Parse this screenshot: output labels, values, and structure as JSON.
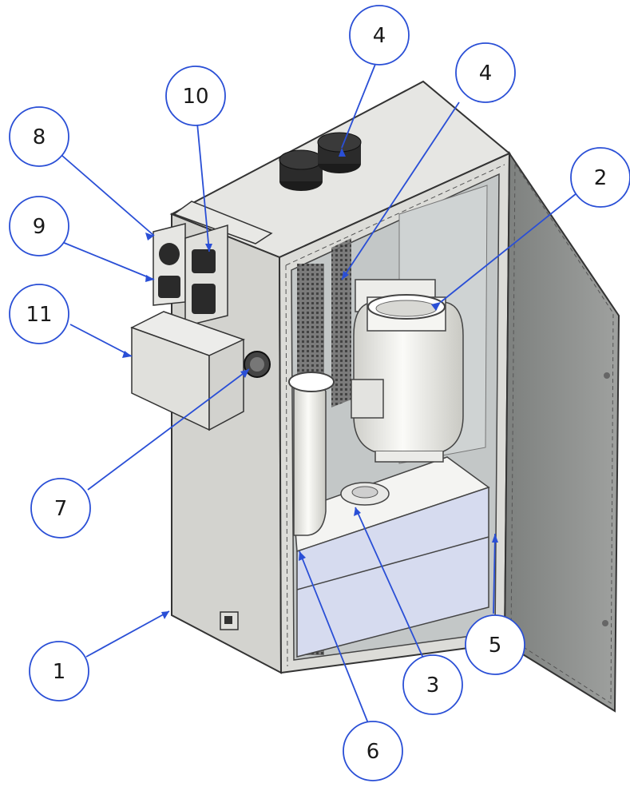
{
  "callouts": [
    {
      "id": "c1",
      "label": "1"
    },
    {
      "id": "c2",
      "label": "2"
    },
    {
      "id": "c3",
      "label": "3"
    },
    {
      "id": "c4a",
      "label": "4"
    },
    {
      "id": "c4b",
      "label": "4"
    },
    {
      "id": "c5",
      "label": "5"
    },
    {
      "id": "c6",
      "label": "6"
    },
    {
      "id": "c7",
      "label": "7"
    },
    {
      "id": "c8",
      "label": "8"
    },
    {
      "id": "c9",
      "label": "9"
    },
    {
      "id": "c10",
      "label": "10"
    },
    {
      "id": "c11",
      "label": "11"
    }
  ],
  "colors": {
    "balloon_stroke": "#2a4fd6",
    "leader": "#2a4fd6",
    "cabinet_face": "#d9d9d6",
    "cabinet_side": "#c9c9c5",
    "interior": "#bfc3c3",
    "door": "#8f918f",
    "base_panel": "#d7dcef",
    "fan": "#f3f2ee"
  }
}
